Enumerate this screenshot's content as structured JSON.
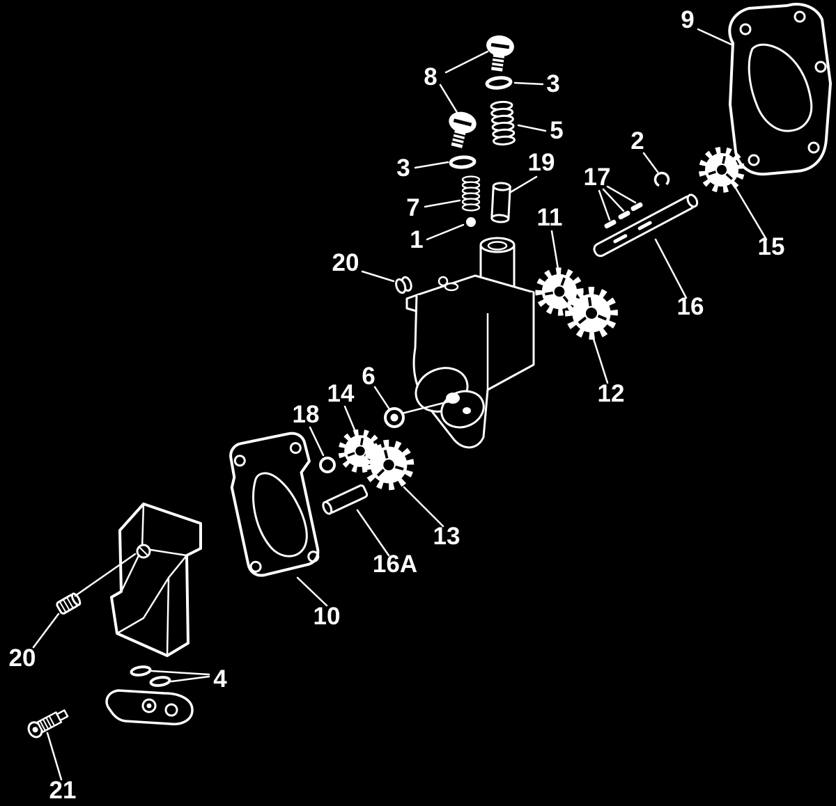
{
  "figure": {
    "type": "exploded-parts-diagram",
    "subject": "oil-pump-assembly",
    "background_color": "#000000",
    "line_color": "#ffffff"
  },
  "callouts": [
    {
      "label": "9"
    },
    {
      "label": "8"
    },
    {
      "label": "3"
    },
    {
      "label": "5"
    },
    {
      "label": "3"
    },
    {
      "label": "7"
    },
    {
      "label": "1"
    },
    {
      "label": "19"
    },
    {
      "label": "2"
    },
    {
      "label": "17"
    },
    {
      "label": "15"
    },
    {
      "label": "16"
    },
    {
      "label": "11"
    },
    {
      "label": "12"
    },
    {
      "label": "20"
    },
    {
      "label": "6"
    },
    {
      "label": "14"
    },
    {
      "label": "18"
    },
    {
      "label": "13"
    },
    {
      "label": "16A"
    },
    {
      "label": "10"
    },
    {
      "label": "20"
    },
    {
      "label": "4"
    },
    {
      "label": "21"
    }
  ]
}
